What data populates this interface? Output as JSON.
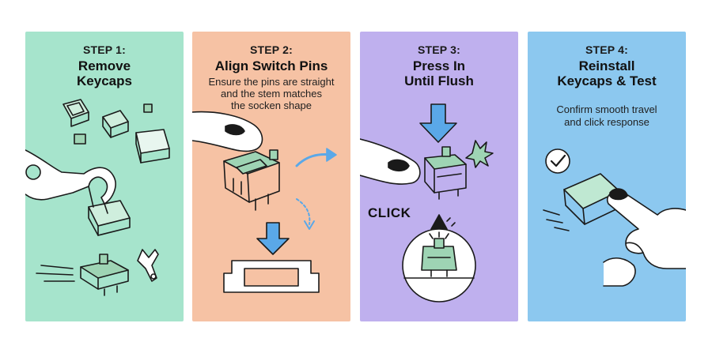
{
  "colors": {
    "panel1": "#a6e4cc",
    "panel2": "#f6c2a4",
    "panel3": "#bfb0ee",
    "panel4": "#8cc8ef",
    "arrow": "#5aa8e8",
    "switch_green": "#9ed4b4",
    "stroke": "#1a1a1a"
  },
  "steps": [
    {
      "step": "STEP 1:",
      "title_lines": [
        "Remove",
        "Keycaps"
      ],
      "desc_lines": []
    },
    {
      "step": "STEP 2:",
      "title_lines": [
        "Align Switch Pins"
      ],
      "desc_lines": [
        "Ensure the pins are straight",
        "and the stem matches",
        "the socken shape"
      ]
    },
    {
      "step": "STEP 3:",
      "title_lines": [
        "Press In",
        "Until Flush"
      ],
      "desc_lines": [],
      "callout": "CLICK"
    },
    {
      "step": "STEP 4:",
      "title_lines": [
        "Reinstall",
        "Keycaps & Test"
      ],
      "desc_lines": [
        "Confirm smooth travel",
        "and click response"
      ]
    }
  ],
  "icons": {
    "panel1": [
      "keycap-icon",
      "keycap-puller-icon",
      "switch-icon",
      "switch-opener-icon"
    ],
    "panel2": [
      "finger-icon",
      "switch-icon",
      "rotate-arrow-icon",
      "down-arrow-icon",
      "socket-icon"
    ],
    "panel3": [
      "down-arrow-icon",
      "finger-icon",
      "switch-icon",
      "burst-icon",
      "magnifier-icon"
    ],
    "panel4": [
      "checkmark-icon",
      "keycap-icon",
      "hand-icon"
    ]
  }
}
